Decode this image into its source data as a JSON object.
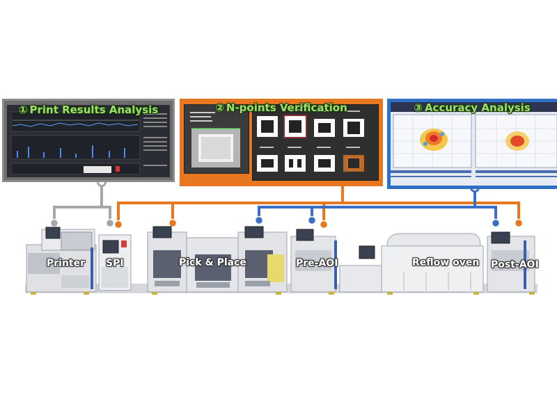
{
  "panels": {
    "print": {
      "number": "①",
      "title": "Print Results Analysis"
    },
    "npoints": {
      "number": "②",
      "title": "N-points Verification"
    },
    "accuracy": {
      "number": "③",
      "title": "Accuracy Analysis"
    }
  },
  "machines": {
    "printer": "Printer",
    "spi": "SPI",
    "pick_place": "Pick & Place",
    "pre_aoi": "Pre-AOI",
    "reflow": "Reflow oven",
    "post_aoi": "Post-AOI"
  },
  "colors": {
    "gray_line": "#a6a6a6",
    "orange_line": "#e87722",
    "blue_line": "#3a6fc4",
    "title_green": "#9be06a"
  },
  "icons": {
    "node": "circle-dot-icon",
    "monitor": "monitor-icon"
  }
}
